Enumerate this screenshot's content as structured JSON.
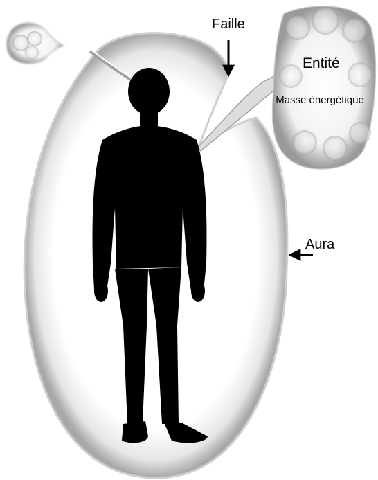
{
  "labels": {
    "faille": "Faille",
    "entite": "Entité",
    "masse": "Masse énergétique",
    "aura": "Aura"
  },
  "colors": {
    "aura_edge": "#d6d6d6",
    "aura_glow": "#bdbdbd",
    "silhouette": "#000000",
    "text": "#000000"
  },
  "icons": {
    "person": "human-silhouette-icon",
    "entity": "energy-blob-icon"
  }
}
